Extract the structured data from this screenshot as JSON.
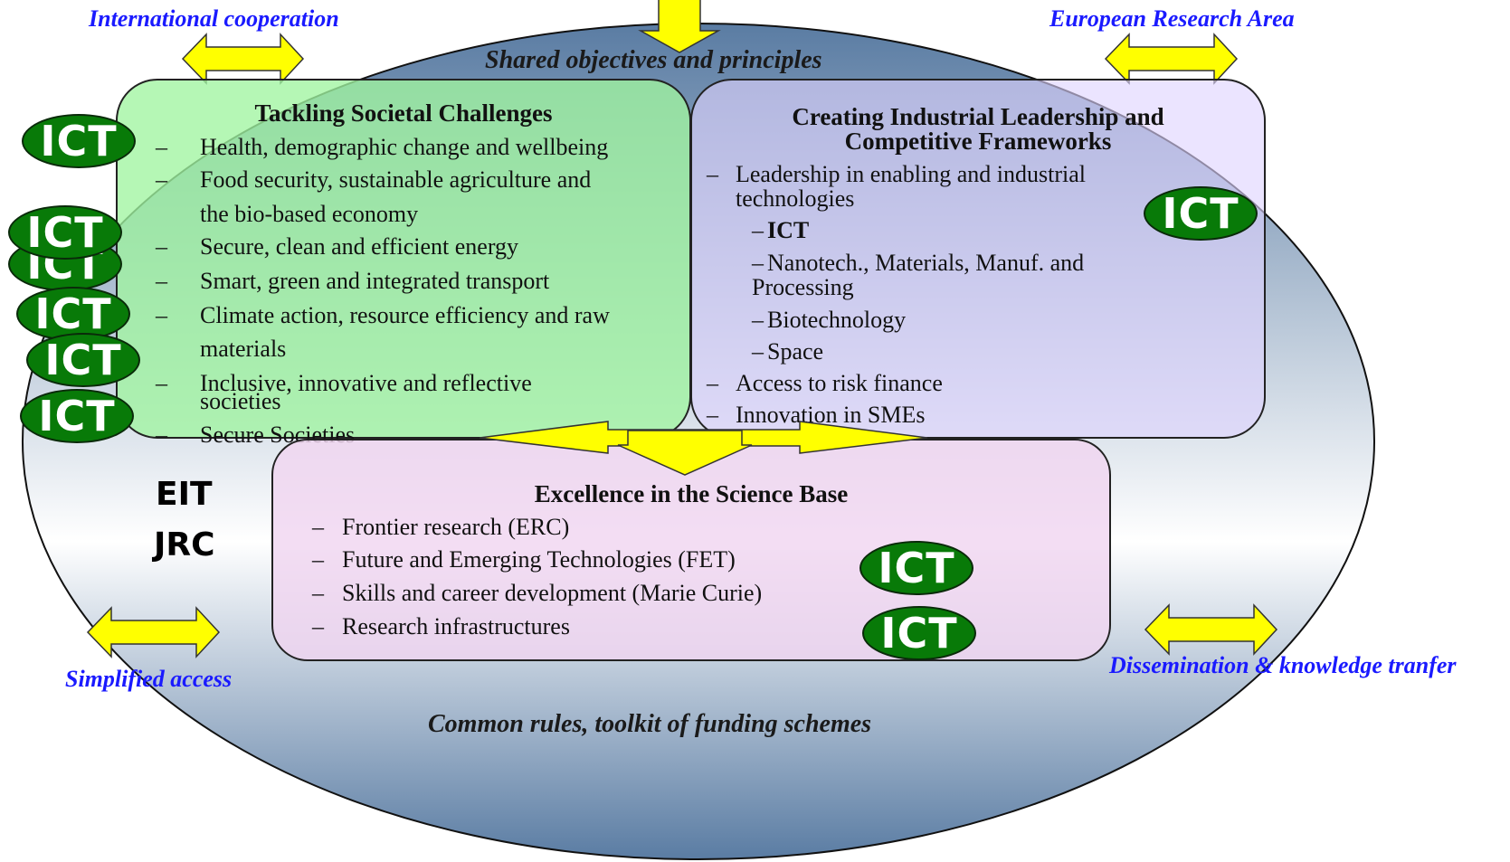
{
  "labels": {
    "top_left": "International cooperation",
    "top_right": "European Research Area",
    "bottom_left": "Simplified access",
    "bottom_right": "Dissemination & knowledge tranfer",
    "shared": "Shared objectives and principles",
    "common": "Common rules, toolkit of funding schemes"
  },
  "societal": {
    "title": "Tackling Societal Challenges",
    "items": [
      "Health, demographic change and wellbeing",
      "Food security, sustainable agriculture and",
      "the bio-based economy",
      "Secure, clean and efficient energy",
      "Smart, green and integrated transport",
      "Climate action, resource efficiency and raw",
      "materials",
      "Inclusive, innovative and reflective",
      "societies",
      "Secure Societies"
    ]
  },
  "industrial": {
    "title_line1": "Creating Industrial Leadership and",
    "title_line2": "Competitive Frameworks",
    "items": [
      "Leadership in enabling and industrial",
      "technologies",
      "Access to risk finance",
      "Innovation in SMEs"
    ],
    "subitems": [
      "ICT",
      "Nanotech., Materials, Manuf. and",
      "Processing",
      "Biotechnology",
      "Space"
    ]
  },
  "science": {
    "title": "Excellence in the Science Base",
    "items": [
      "Frontier research (ERC)",
      "Future and Emerging Technologies (FET)",
      "Skills and career development (Marie Curie)",
      "Research infrastructures"
    ]
  },
  "side": {
    "eit": "EIT",
    "jrc": "JRC"
  },
  "badge_text": "ICT",
  "dash": "–",
  "colors": {
    "ellipse_top": "#5d7fa6",
    "ellipse_mid": "#ffffff",
    "ict_green": "#087a08",
    "arrow_yellow": "#ffff00",
    "label_blue": "#1a1aff"
  }
}
